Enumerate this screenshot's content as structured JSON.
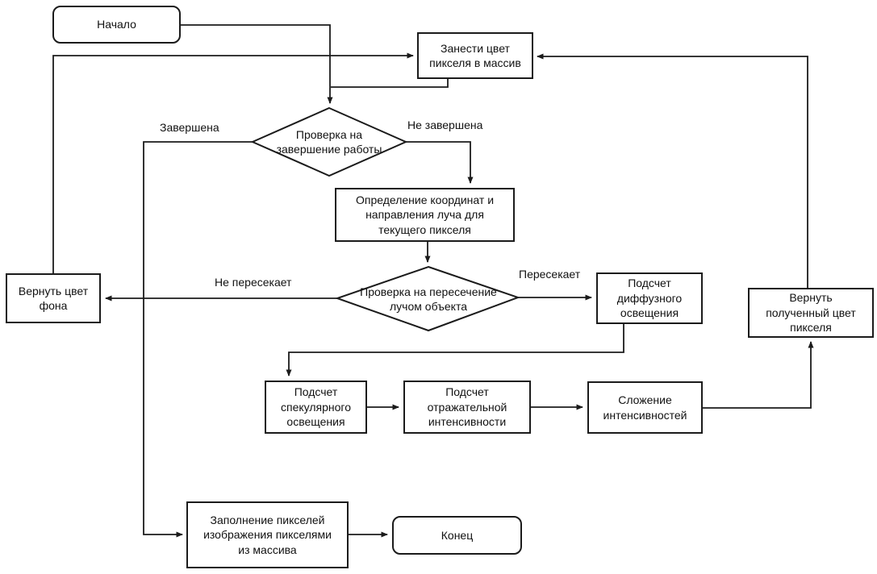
{
  "colors": {
    "background": "#ffffff",
    "stroke": "#1b1b1b",
    "text": "#111111"
  },
  "nodes": {
    "start": {
      "label": "Начало"
    },
    "store_color": {
      "label": [
        "Занести цвет",
        "пикселя в массив"
      ]
    },
    "check_done": {
      "label": [
        "Проверка на",
        "завершение работы"
      ]
    },
    "determine_ray": {
      "label": [
        "Определение координат и",
        "направления луча для",
        "текущего пикселя"
      ]
    },
    "check_intersect": {
      "label": [
        "Проверка на пересечение",
        "лучом объекта"
      ]
    },
    "return_bg": {
      "label": [
        "Вернуть цвет",
        "фона"
      ]
    },
    "diffuse": {
      "label": [
        "Подсчет",
        "диффузного",
        "освещения"
      ]
    },
    "specular": {
      "label": [
        "Подсчет",
        "спекулярного",
        "освещения"
      ]
    },
    "reflective": {
      "label": [
        "Подсчет",
        "отражательной",
        "интенсивности"
      ]
    },
    "sum": {
      "label": [
        "Сложение",
        "интенсивностей"
      ]
    },
    "return_pixel": {
      "label": [
        "Вернуть",
        "полученный цвет",
        "пикселя"
      ]
    },
    "fill_pixels": {
      "label": [
        "Заполнение пикселей",
        "изображения пикселями",
        "из массива"
      ]
    },
    "end": {
      "label": "Конец"
    }
  },
  "edge_labels": {
    "completed": "Завершена",
    "not_completed": "Не завершена",
    "not_intersects": "Не пересекает",
    "intersects": "Пересекает"
  }
}
